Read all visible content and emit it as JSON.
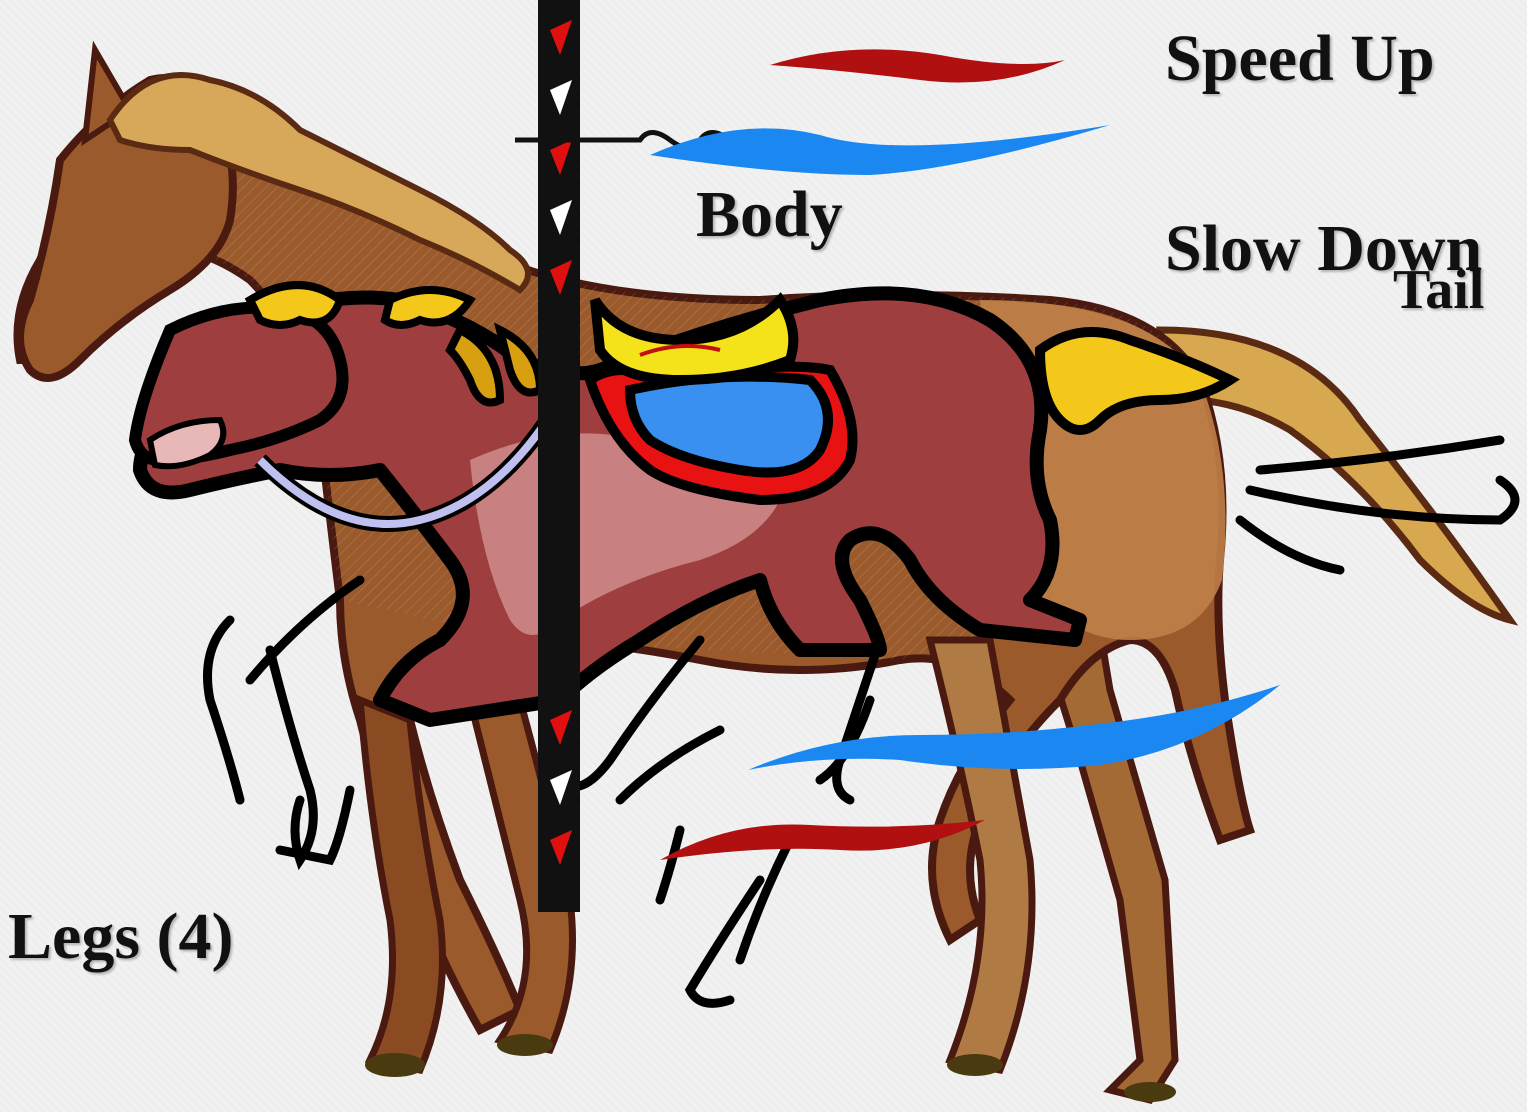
{
  "labels": {
    "speed_up": "Speed Up",
    "body": "Body",
    "slow_down": "Slow Down",
    "tail": "Tail",
    "legs": "Legs (4)"
  },
  "colors": {
    "background": "#f1f1f1",
    "real_horse": "#9a5a2c",
    "real_horse_light": "#c98a4a",
    "mane": "#d8a85a",
    "carousel_horse": "#9e3e3e",
    "carousel_horse_light": "#c98080",
    "saddle_yellow": "#f4e21a",
    "saddle_blue": "#3a90f0",
    "saddle_red": "#e81212",
    "stream_red": "#b01010",
    "stream_blue": "#1a88f0",
    "pole": "#111111",
    "outline": "#000000"
  }
}
